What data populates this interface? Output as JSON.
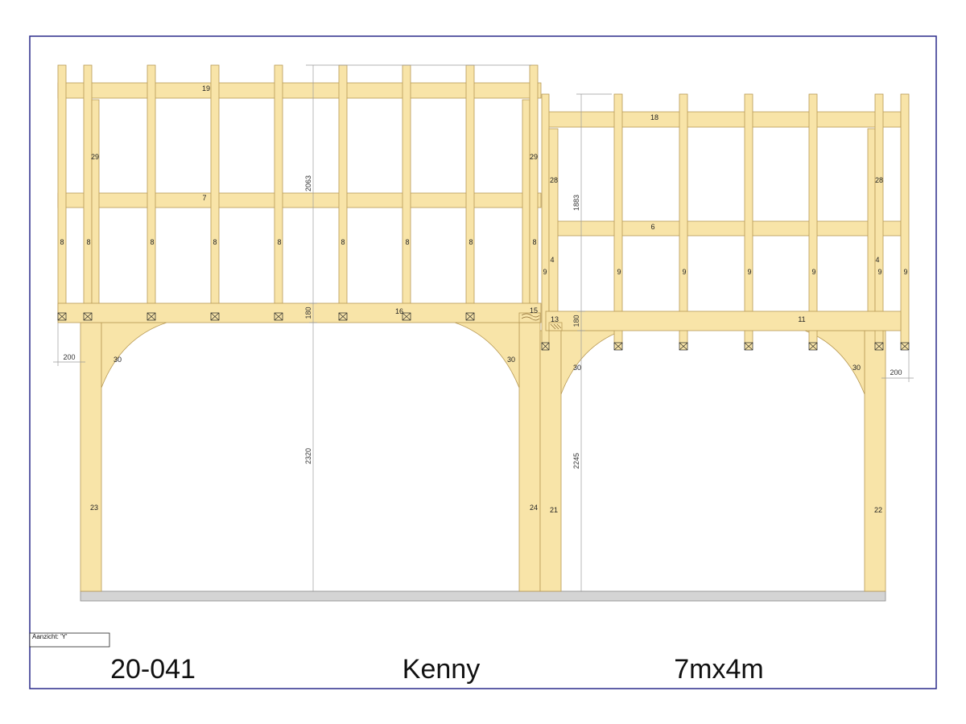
{
  "drawing": {
    "view_label": "Aanzicht: 'Y'",
    "project_number": "20-041",
    "project_name": "Kenny",
    "size": "7mx4m"
  },
  "colors": {
    "timber": "#f8e4a8",
    "timber_edge": "#b89a55",
    "border": "#2a2a8a",
    "ground": "#d4d4d4",
    "dimension": "#9a9a9a"
  },
  "dimensions": {
    "left_wall_height": "2063",
    "left_plate_depth": "180",
    "left_post_height": "2320",
    "right_wall_height": "1883",
    "right_plate_depth": "180",
    "right_post_height": "2245",
    "left_overhang": "200",
    "right_overhang": "200"
  },
  "parts": {
    "left_top_rail": "19",
    "left_mid_rail": "7",
    "left_bottom_beam": "16",
    "left_stud": "8",
    "left_end_post": "29",
    "left_brace": "30",
    "left_corner_block": "15",
    "right_top_rail": "18",
    "right_mid_rail": "6",
    "right_bottom_beam": "11",
    "right_stud": "9",
    "right_end_post": "28",
    "right_short_post": "4",
    "right_corner_block": "13",
    "right_brace": "30",
    "post_left_outer": "23",
    "post_left_inner": "24",
    "post_right_inner": "21",
    "post_right_outer": "22"
  }
}
